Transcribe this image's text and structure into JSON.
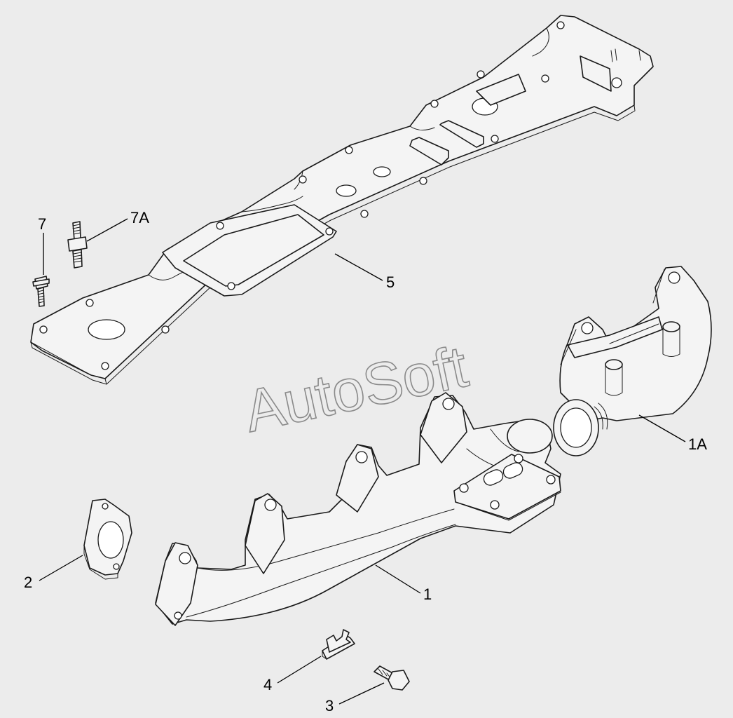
{
  "watermark": "AutoSoft",
  "callouts": {
    "c7": "7",
    "c7a": "7A",
    "c5": "5",
    "c1a": "1A",
    "c2": "2",
    "c1": "1",
    "c4": "4",
    "c3": "3"
  }
}
